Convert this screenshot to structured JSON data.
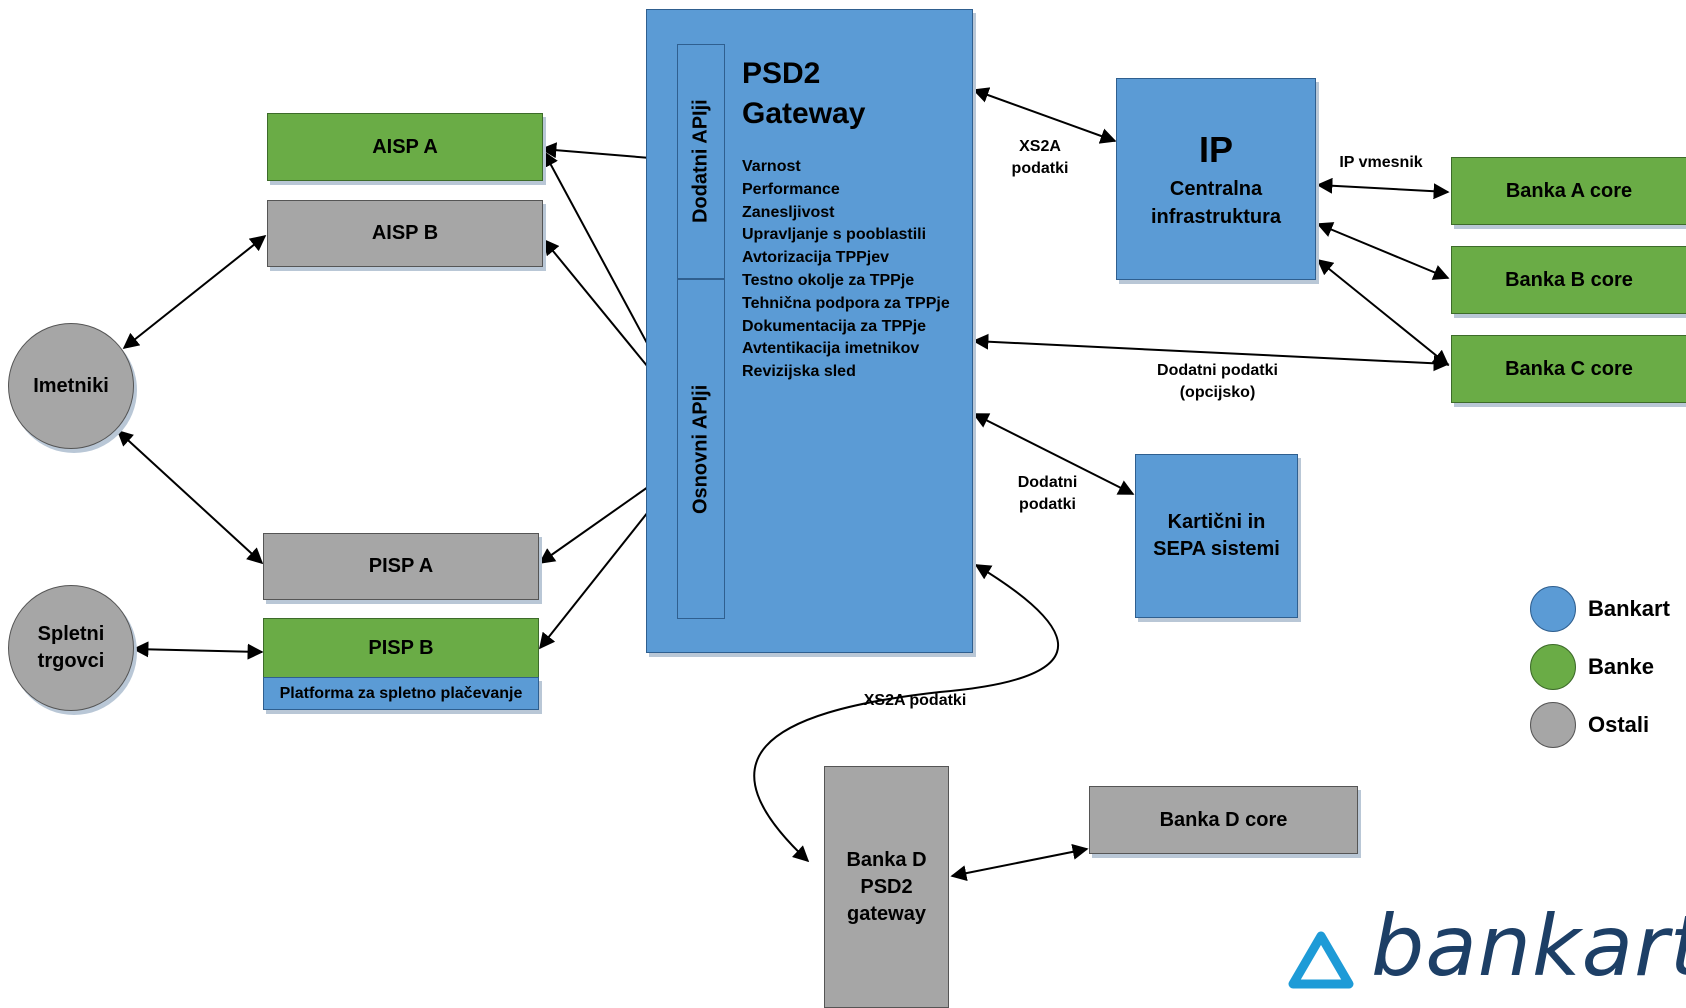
{
  "gateway": {
    "title": "PSD2\nGateway",
    "dodatni_apis": "Dodatni APIji",
    "osnovni_apis": "Osnovni APIji",
    "features": [
      "Varnost",
      "Performance",
      "Zanesljivost",
      "Upravljanje s pooblastili",
      "Avtorizacija TPPjev",
      "Testno okolje za TPPje",
      "Tehnična podpora za TPPje",
      "Dokumentacija za TPPje",
      "Avtentikacija imetnikov",
      "Revizijska sled"
    ]
  },
  "tpp": {
    "aisp_a": "AISP A",
    "aisp_b": "AISP B",
    "pisp_a": "PISP A",
    "pisp_b": "PISP B",
    "platform": "Platforma za spletno plačevanje"
  },
  "actors": {
    "imetniki": "Imetniki",
    "spletni_trgovci": "Spletni\ntrgovci"
  },
  "ip": {
    "title": "IP",
    "subtitle": "Centralna\ninfrastruktura"
  },
  "banks": {
    "a": "Banka A core",
    "b": "Banka B core",
    "c": "Banka C core",
    "d_core": "Banka D core",
    "d_gateway": "Banka D\nPSD2\ngateway"
  },
  "card_systems": "Kartični in\nSEPA sistemi",
  "edge_labels": {
    "xs2a_ip": "XS2A\npodatki",
    "ip_vmesnik": "IP vmesnik",
    "dodatni_opc": "Dodatni podatki\n(opcijsko)",
    "dodatni_card": "Dodatni\npodatki",
    "xs2a_d": "XS2A podatki"
  },
  "legend": [
    {
      "label": "Bankart",
      "color": "#5b9bd5"
    },
    {
      "label": "Banke",
      "color": "#6aac46"
    },
    {
      "label": "Ostali",
      "color": "#a6a6a6"
    }
  ],
  "logo": {
    "text": "bankart",
    "color": "#1d3f66",
    "accent": "#1e9bd7"
  }
}
